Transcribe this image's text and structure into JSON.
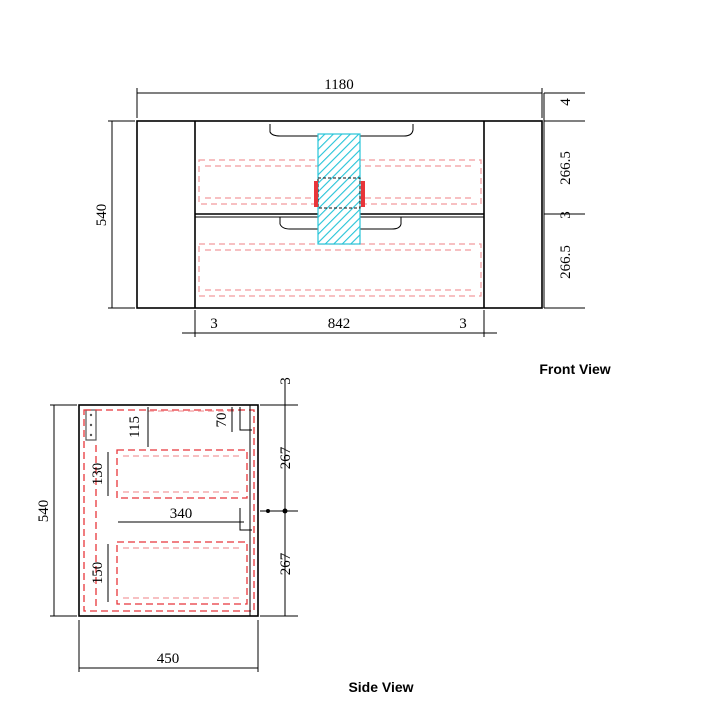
{
  "front_view": {
    "label": "Front View",
    "dims": {
      "overall_width": "1180",
      "overall_height": "540",
      "top_gap": "4",
      "drawer_upper_height": "266.5",
      "mid_gap": "3",
      "drawer_lower_height": "266.5",
      "left_margin": "3",
      "inner_width": "842",
      "right_margin": "3"
    }
  },
  "side_view": {
    "label": "Side View",
    "dims": {
      "top_gap": "3",
      "overall_height": "540",
      "drawer_upper_height": "267",
      "drawer_lower_height": "267",
      "depth": "450",
      "drawer_depth": "340",
      "inset_115": "115",
      "inset_70": "70",
      "upper_inner_height": "130",
      "lower_inner_height": "150"
    }
  },
  "colors": {
    "hidden_line": "#e8353a",
    "hidden_line_light": "#f29a9d",
    "plumbing_hatch": "#27c4d8"
  }
}
